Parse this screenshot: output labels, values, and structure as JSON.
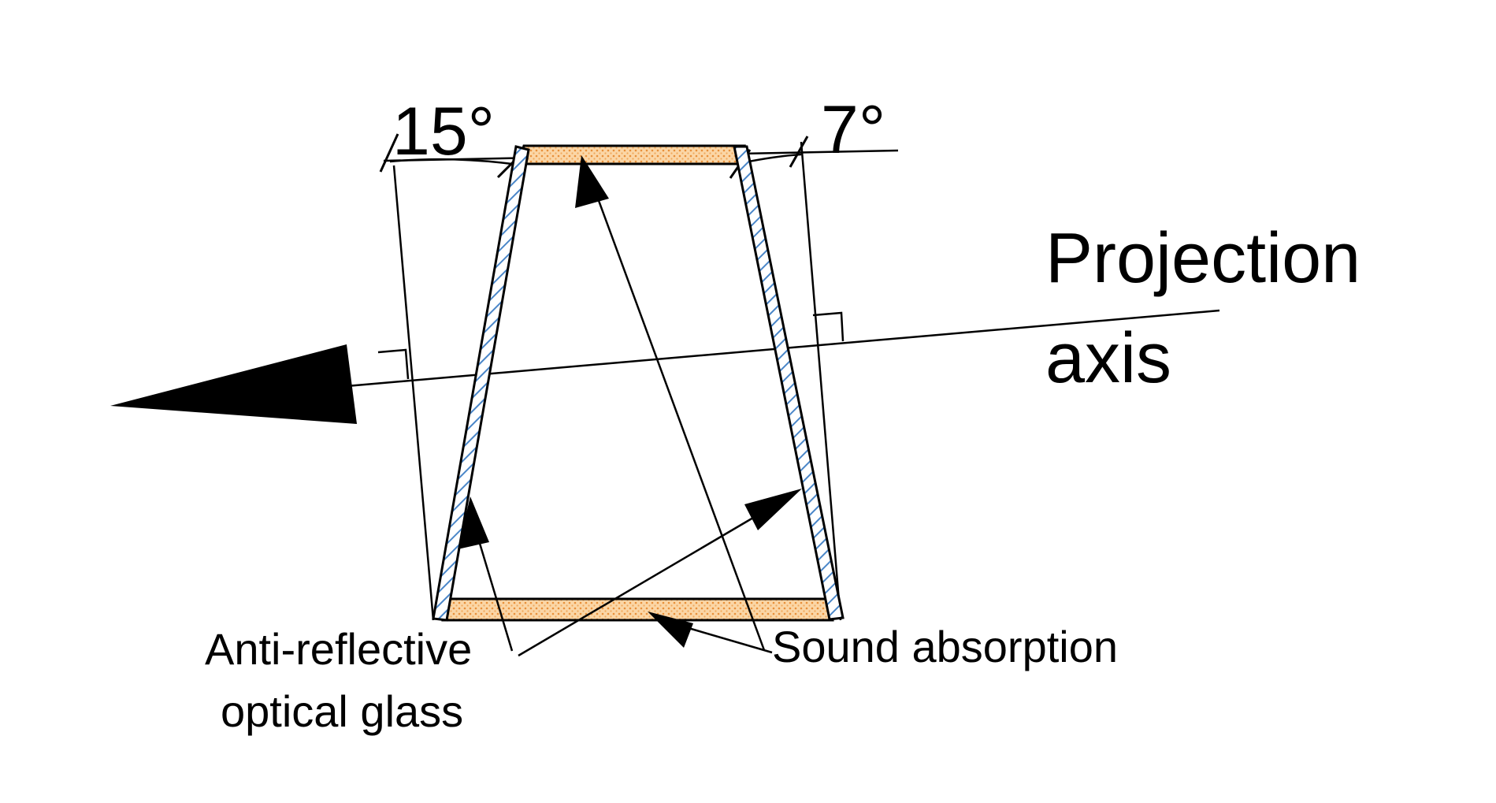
{
  "diagram": {
    "angles": {
      "left": "15°",
      "right": "7°"
    },
    "projection_axis": {
      "line1": "Projection",
      "line2": "axis"
    },
    "labels": {
      "glass_line1": "Anti-reflective",
      "glass_line2": "optical glass",
      "sound": "Sound absorption"
    },
    "colors": {
      "line": "#000000",
      "glass_hatch": "#4a86c8",
      "absorber_fill": "#f9c98a",
      "absorber_dots": "#e8903a",
      "background": "#ffffff"
    }
  }
}
